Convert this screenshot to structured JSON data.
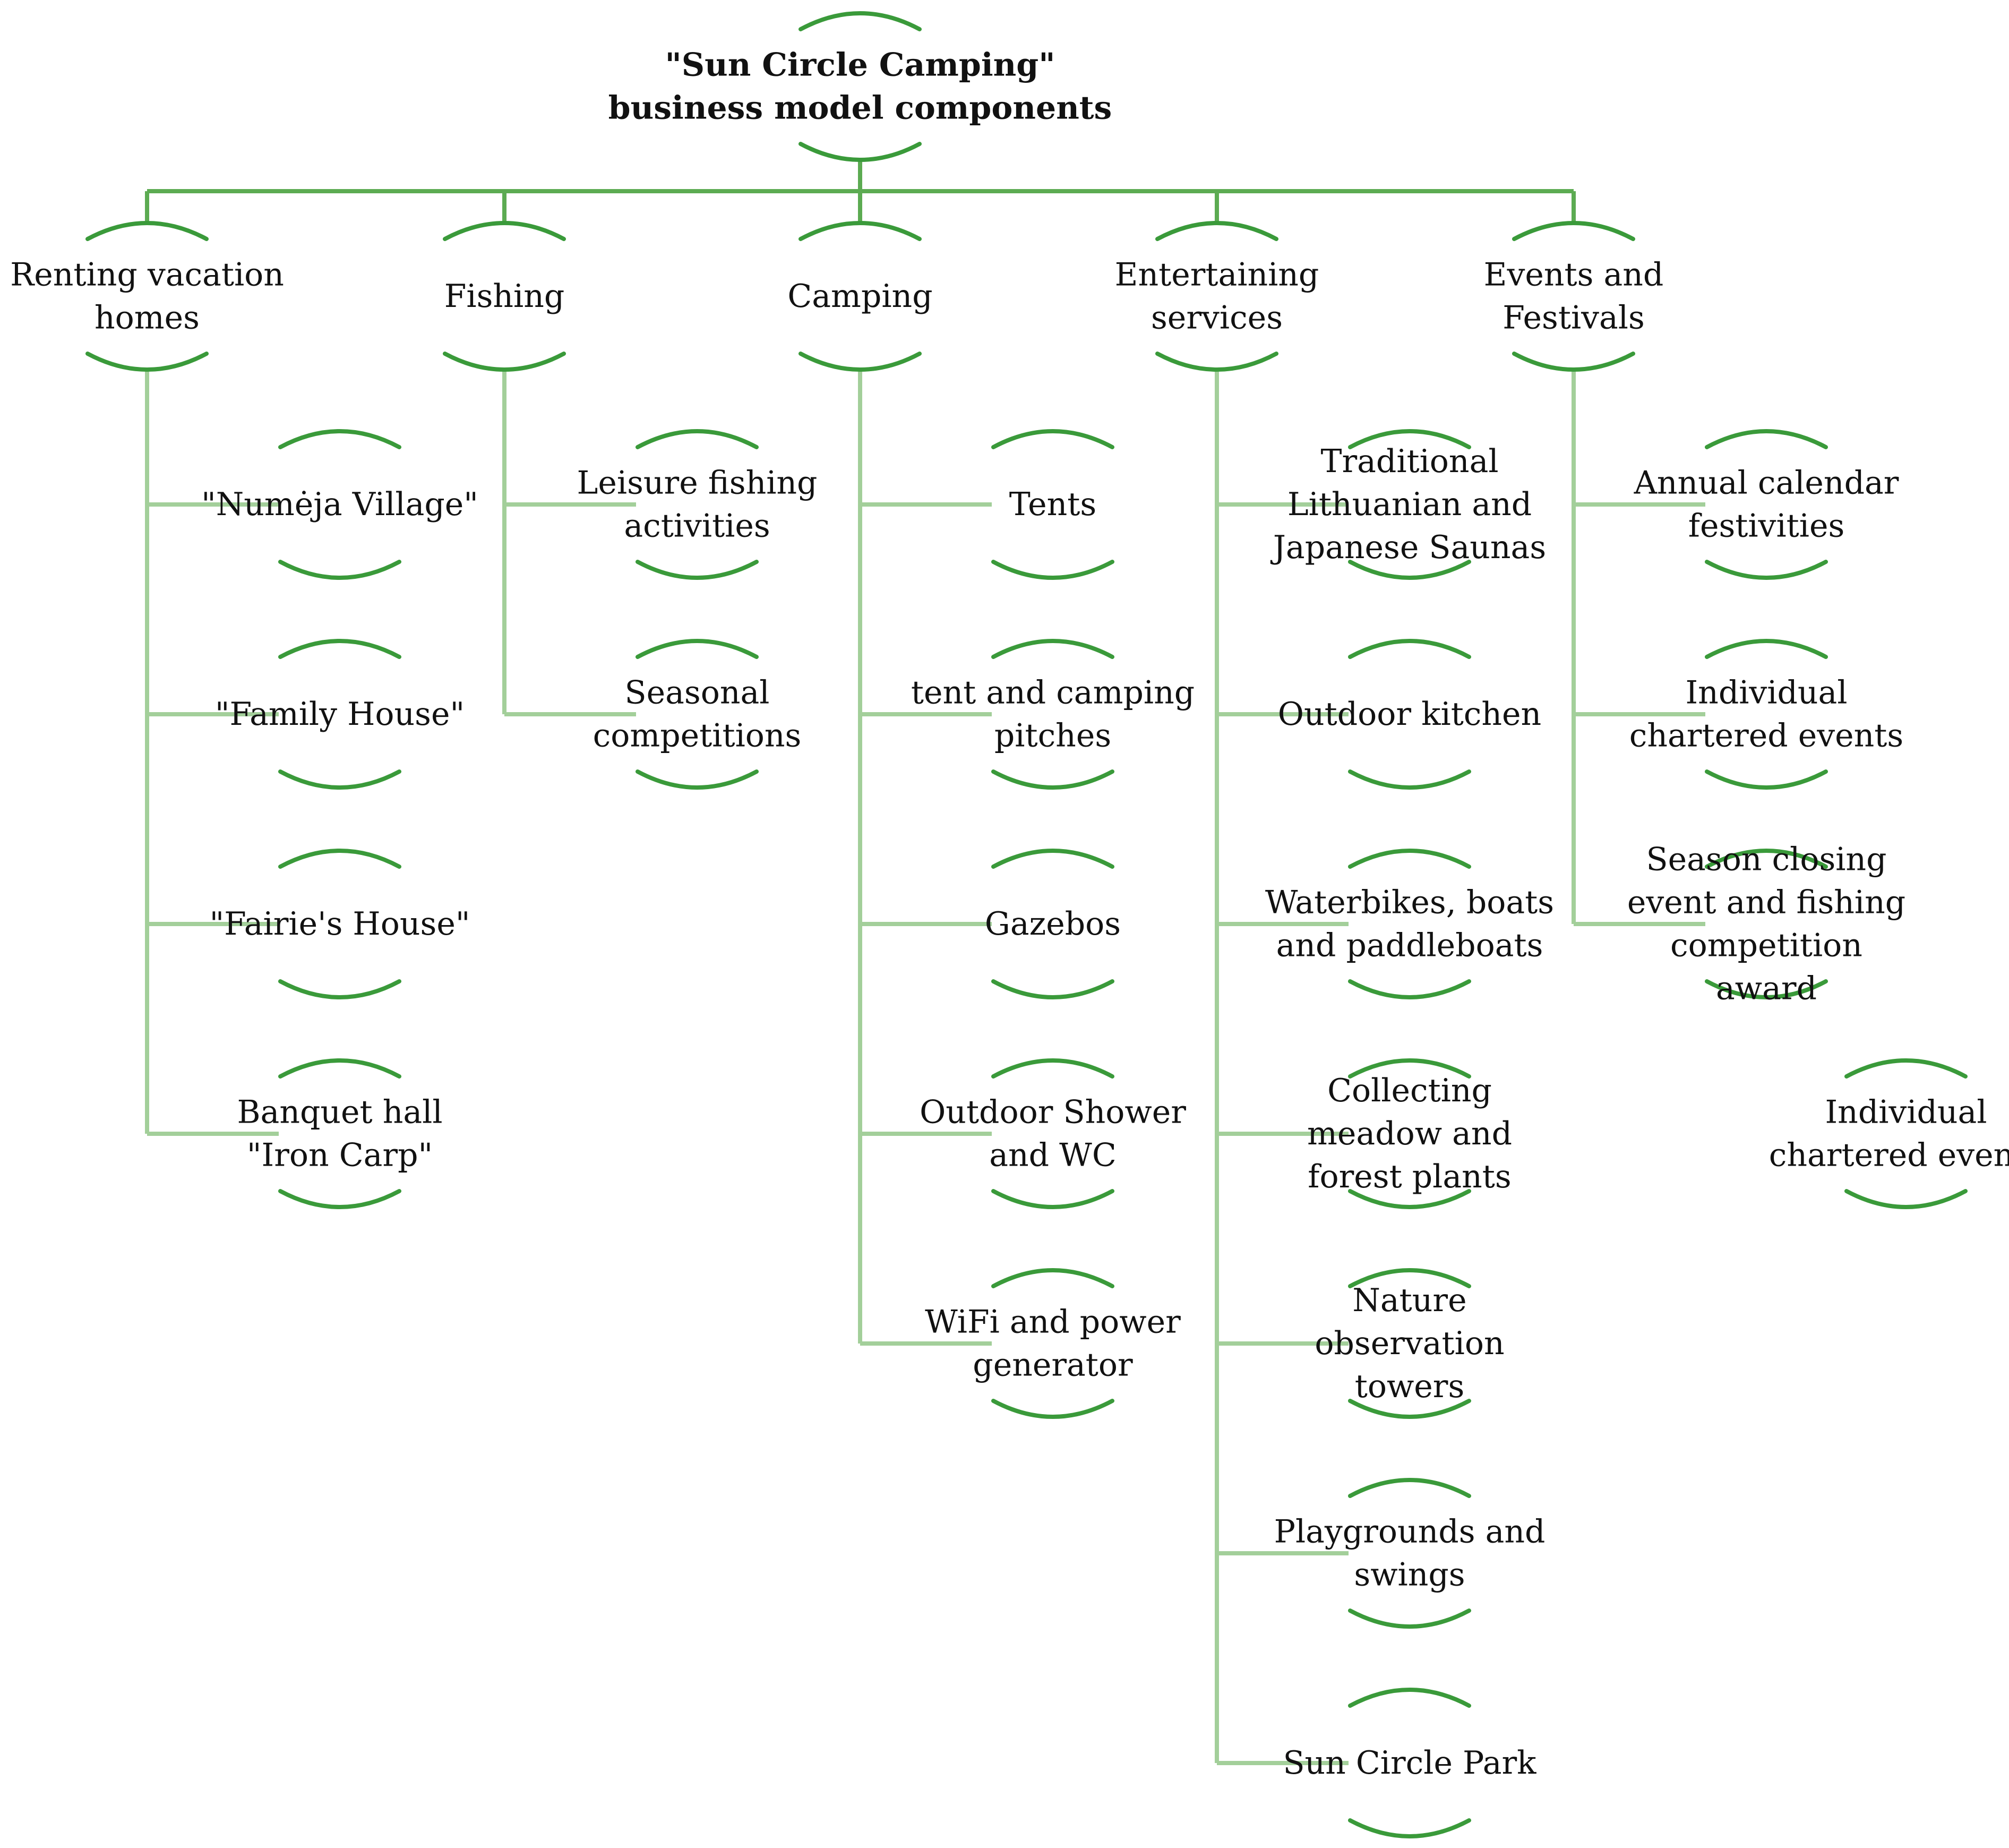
{
  "colors": {
    "arc": "#3a9a3a",
    "top_connector": "#5cab52",
    "child_connector": "#a3cf9a"
  },
  "root": {
    "lines": [
      "\"Sun Circle Camping\"",
      "business model components"
    ]
  },
  "categories": [
    {
      "lines": [
        "Renting vacation",
        "homes"
      ],
      "children": [
        {
          "lines": [
            "\"Numėja Village\""
          ]
        },
        {
          "lines": [
            "\"Family House\""
          ]
        },
        {
          "lines": [
            "\"Fairie's House\""
          ]
        },
        {
          "lines": [
            "Banquet hall",
            "\"Iron Carp\""
          ]
        }
      ]
    },
    {
      "lines": [
        "Fishing"
      ],
      "children": [
        {
          "lines": [
            "Leisure fishing",
            "activities"
          ]
        },
        {
          "lines": [
            "Seasonal",
            "competitions"
          ]
        }
      ]
    },
    {
      "lines": [
        "Camping"
      ],
      "children": [
        {
          "lines": [
            "Tents"
          ]
        },
        {
          "lines": [
            "tent and camping",
            "pitches"
          ]
        },
        {
          "lines": [
            "Gazebos"
          ]
        },
        {
          "lines": [
            "Outdoor Shower",
            "and WC"
          ]
        },
        {
          "lines": [
            "WiFi and power",
            "generator"
          ]
        }
      ]
    },
    {
      "lines": [
        "Entertaining",
        "services"
      ],
      "children": [
        {
          "lines": [
            "Traditional",
            "Lithuanian and",
            "Japanese Saunas"
          ]
        },
        {
          "lines": [
            "Outdoor kitchen"
          ]
        },
        {
          "lines": [
            "Waterbikes, boats",
            "and paddleboats"
          ]
        },
        {
          "lines": [
            "Collecting",
            "meadow and",
            "forest plants"
          ]
        },
        {
          "lines": [
            "Nature",
            "observation",
            "towers"
          ]
        },
        {
          "lines": [
            "Playgrounds and",
            "swings"
          ]
        },
        {
          "lines": [
            "Sun Circle Park"
          ]
        }
      ]
    },
    {
      "lines": [
        "Events and",
        "Festivals"
      ],
      "children": [
        {
          "lines": [
            "Annual calendar",
            "festivities"
          ]
        },
        {
          "lines": [
            "Individual",
            "chartered events"
          ]
        },
        {
          "lines": [
            "Season closing",
            "event and fishing",
            "competition",
            "award"
          ]
        }
      ]
    }
  ],
  "extra_node": {
    "lines": [
      "Individual",
      "chartered events"
    ]
  }
}
